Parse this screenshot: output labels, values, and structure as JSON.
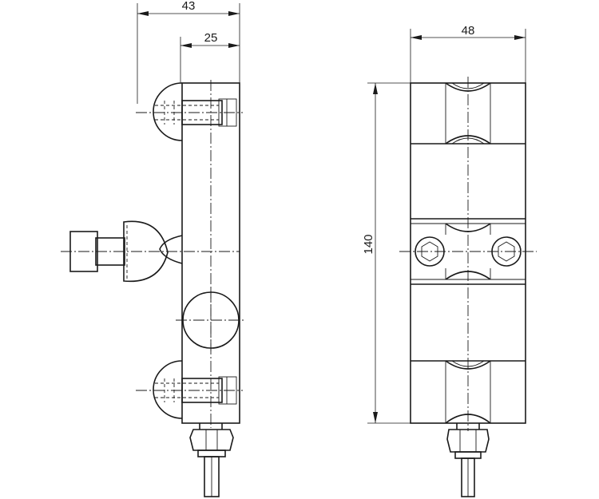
{
  "drawing": {
    "dimensions": {
      "side_depth": "43",
      "side_body": "25",
      "front_width": "48",
      "front_height": "140"
    }
  }
}
